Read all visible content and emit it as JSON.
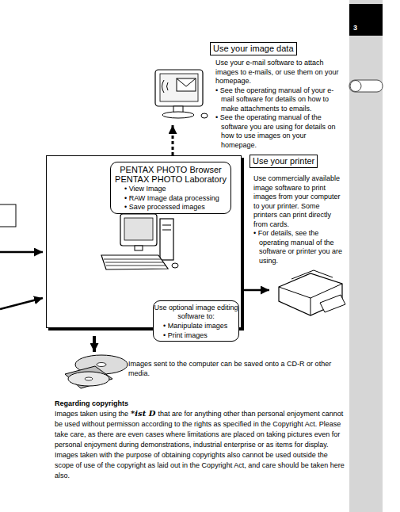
{
  "diagram": {
    "nodes": [
      {
        "text": [
          "Use your image data",
          "Use your e-mail software to attach images to e-mails, or use them on your homepage.",
          "• See the operating manual of your e-mail software for details on how to make attachments to emails.",
          "• See the operating manual of the software you are using for details on how to use images on your homepage."
        ]
      },
      {
        "text": []
      },
      {
        "text": [
          "PENTAX PHOTO Browser",
          "PENTAX PHOTO Laboratory",
          "• View Image",
          "• RAW Image data processing",
          "• Save processed images"
        ],
        "in": 1
      },
      {
        "text": [
          "Use optional image editing software to:",
          "• Manipulate images",
          "• Print images"
        ],
        "in": 1
      },
      {
        "text": [
          "Use your printer",
          "Use commercially available image software to print images from your computer to your printer. Some printers can print directly from cards.",
          "• For details, see the operating manual of the software or printer you are using."
        ]
      }
    ],
    "edges": [
      {
        "from": 1,
        "to": 0,
        "arrow": "to"
      },
      {
        "from": 1,
        "to": 4,
        "arrow": "to"
      }
    ],
    "labels": [
      "3",
      "Images sent to the computer can be saved onto a CD-R or other media.",
      "Regarding copyrights",
      "Images taken using the",
      "*ist D",
      "that are for anything other than personal enjoyment cannot be used without permisson according to the rights as specified in the Copyright Act. Please take care, as there are even cases where limitations are placed on taking pictures even for personal enjoyment during demonstrations, industrial enterprise or as items for display. Images taken with the purpose of obtaining copyrights also cannot be used outside the scope of use of the copyright as laid out in the Copyright Act, and care should be taken here also."
    ]
  }
}
